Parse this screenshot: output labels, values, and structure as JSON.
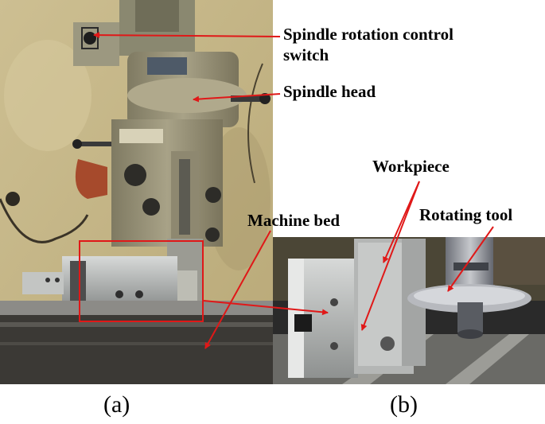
{
  "figure": {
    "panel_a_caption": "(a)",
    "panel_b_caption": "(b)"
  },
  "labels": {
    "spindle_switch_line1": "Spindle rotation control",
    "spindle_switch_line2": "switch",
    "spindle_head": "Spindle head",
    "workpiece": "Workpiece",
    "machine_bed": "Machine bed",
    "rotating_tool": "Rotating tool"
  },
  "colors": {
    "annotation": "#e01818",
    "wall": "#c9b98a",
    "machine_body": "#9a9479",
    "bed": "#3b3935",
    "metal": "#b7b9b8"
  }
}
